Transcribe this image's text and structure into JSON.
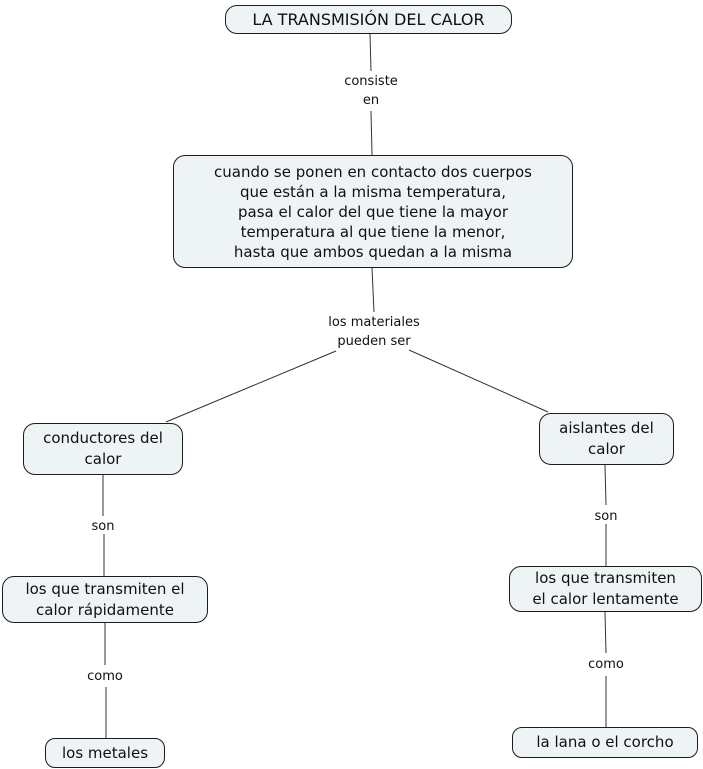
{
  "diagram": {
    "title": "LA TRANSMISIÓN DEL CALOR",
    "type": "concept-map",
    "colors": {
      "background": "#ffffff",
      "node_fill": "#eef3f5",
      "node_border": "#1c1c1c",
      "connector": "#333333",
      "text": "#101010"
    },
    "nodes": {
      "title": {
        "label": "LA TRANSMISIÓN DEL CALOR"
      },
      "definition": {
        "label": "cuando se ponen en contacto dos cuerpos\nque están a la misma temperatura,\npasa el calor del que tiene la mayor\ntemperatura al que tiene la menor,\nhasta que ambos quedan a la misma"
      },
      "conductores": {
        "label": "conductores del\ncalor"
      },
      "aislantes": {
        "label": "aislantes del\ncalor"
      },
      "conductores_def": {
        "label": "los que transmiten el\ncalor rápidamente"
      },
      "aislantes_def": {
        "label": "los que transmiten\nel calor lentamente"
      },
      "metales": {
        "label": "los metales"
      },
      "lana": {
        "label": "la lana o el corcho"
      }
    },
    "links": {
      "consiste": {
        "label": "consiste\nen"
      },
      "pueden_ser": {
        "label": "los materiales\npueden ser"
      },
      "son_left": {
        "label": "son"
      },
      "son_right": {
        "label": "son"
      },
      "como_left": {
        "label": "como"
      },
      "como_right": {
        "label": "como"
      }
    }
  }
}
